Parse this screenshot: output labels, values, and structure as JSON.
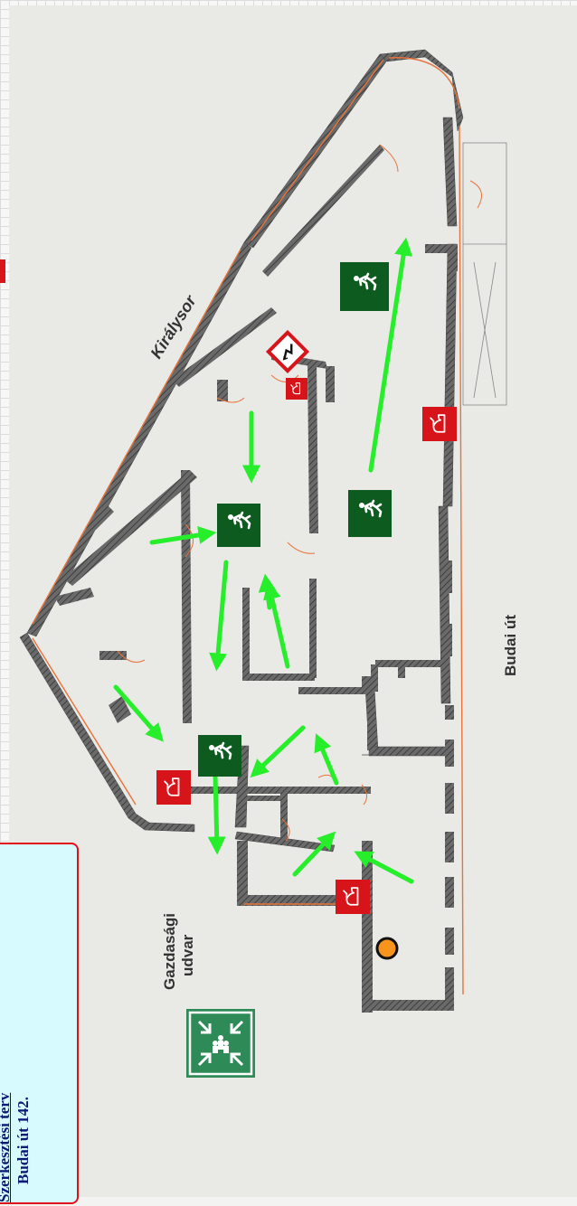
{
  "legend": {
    "line1": "Szerkesztési terv",
    "line2": "Budai út 142."
  },
  "streets": {
    "kiralysor": "Királysor",
    "budai_ut": "Budai út",
    "gazdasagi_line1": "Gazdasági",
    "gazdasagi_line2": "udvar"
  },
  "colors": {
    "exit_green": "#0d5b1e",
    "arrow_green": "#27ee2b",
    "extinguisher_red": "#d7141a",
    "wall": "#555555",
    "assembly_green": "#2e8b57",
    "marker_orange": "#f7941d"
  },
  "icons": {
    "exit": "running-man-exit-icon",
    "extinguisher": "fire-extinguisher-icon",
    "electrical": "high-voltage-icon",
    "assembly": "assembly-point-icon",
    "location": "you-are-here-marker"
  }
}
